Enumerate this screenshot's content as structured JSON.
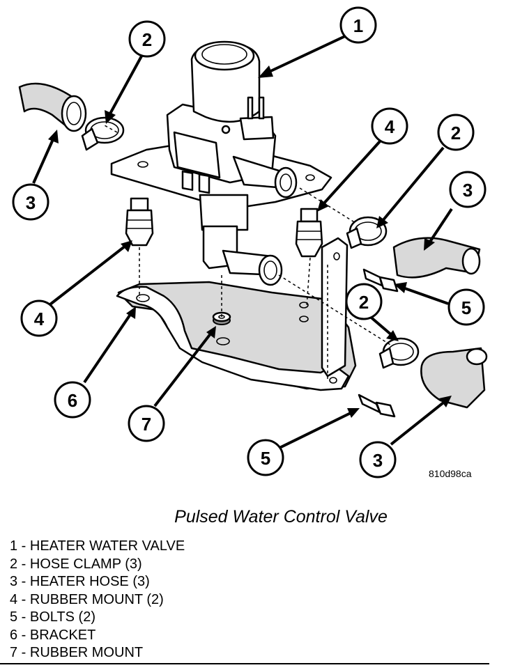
{
  "callouts": [
    {
      "id": "c1",
      "label": "1"
    },
    {
      "id": "c2a",
      "label": "2"
    },
    {
      "id": "c2b",
      "label": "2"
    },
    {
      "id": "c2c",
      "label": "2"
    },
    {
      "id": "c3a",
      "label": "3"
    },
    {
      "id": "c3b",
      "label": "3"
    },
    {
      "id": "c3c",
      "label": "3"
    },
    {
      "id": "c4a",
      "label": "4"
    },
    {
      "id": "c4b",
      "label": "4"
    },
    {
      "id": "c5a",
      "label": "5"
    },
    {
      "id": "c5b",
      "label": "5"
    },
    {
      "id": "c6",
      "label": "6"
    },
    {
      "id": "c7",
      "label": "7"
    }
  ],
  "figure_code": "810d98ca",
  "caption": "Pulsed Water Control Valve",
  "legend": [
    "1 - HEATER WATER VALVE",
    "2 - HOSE CLAMP (3)",
    "3 - HEATER HOSE (3)",
    "4 - RUBBER MOUNT (2)",
    "5 - BOLTS (2)",
    "6 - BRACKET",
    "7 - RUBBER MOUNT"
  ]
}
